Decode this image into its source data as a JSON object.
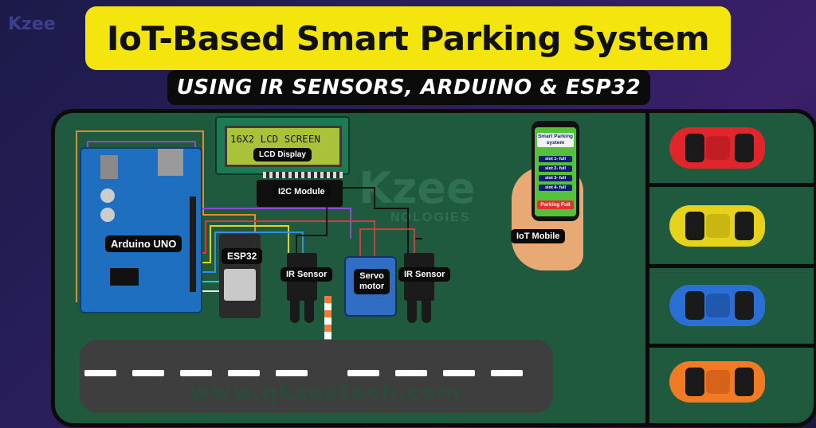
{
  "brand": "Kzee",
  "brand_right": "ee",
  "title": "IoT-Based Smart Parking System",
  "subtitle": "USING IR SENSORS, ARDUINO & ESP32",
  "website": "www.qkzeetech.com",
  "watermark": "Kzee",
  "watermark_sub": "NOLOGIES",
  "lcd": {
    "screen_text": "16X2 LCD SCREEN",
    "label": "LCD Display"
  },
  "i2c_label": "I2C Module",
  "arduino_label": "Arduino UNO",
  "esp_label": "ESP32",
  "ir_left_label": "IR Sensor",
  "ir_right_label": "IR Sensor",
  "servo_label_1": "Servo",
  "servo_label_2": "motor",
  "mobile_label": "IoT Mobile",
  "phone": {
    "title_1": "Smart Parking",
    "title_2": "system",
    "slots": [
      "slot 1- full",
      "slot 2- full",
      "slot 3- full",
      "slot 4- full"
    ],
    "status": "Parking Full"
  },
  "cars": [
    {
      "color": "#e0262b",
      "roof": "#c01e22"
    },
    {
      "color": "#e6d21a",
      "roof": "#c9b612"
    },
    {
      "color": "#2a6fd6",
      "roof": "#1f58ad"
    },
    {
      "color": "#f27a22",
      "roof": "#d7621a"
    }
  ],
  "colors": {
    "title_bg": "#f5e50e",
    "board": "#1f5a3e",
    "road": "#3e3e3e"
  }
}
